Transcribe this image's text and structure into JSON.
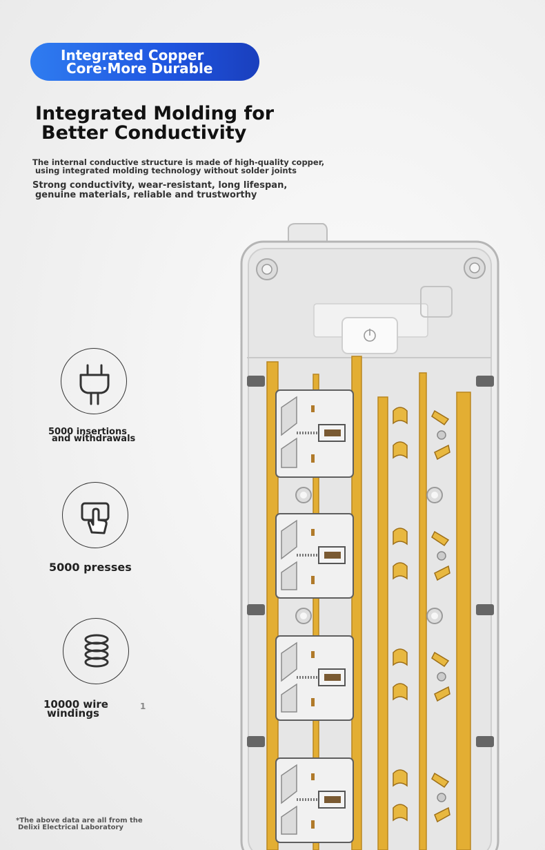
{
  "badge": {
    "line1": "Integrated Copper",
    "line2": "Core·More Durable",
    "color": "#2563EB"
  },
  "headline": {
    "line1": "Integrated Molding for",
    "line2": "Better Conductivity"
  },
  "description": {
    "line1": "The internal conductive structure is made of high-quality copper,",
    "line2": "using integrated molding technology without solder joints",
    "line3": "Strong conductivity, wear-resistant, long lifespan,",
    "line4": "genuine materials, reliable and trustworthy"
  },
  "features": [
    {
      "icon": "plug-icon",
      "line1": "5000 insertions",
      "line2": "and withdrawals"
    },
    {
      "icon": "press-button-icon",
      "line1": "5000 presses"
    },
    {
      "icon": "coil-spring-icon",
      "line1": "10000 wire",
      "line2": "windings"
    }
  ],
  "stray_mark": "1",
  "footnote": {
    "line1": "*The above data are all from the",
    "line2": "Delixi Electrical Laboratory"
  },
  "product_image": {
    "subject": "power-strip-internal-copper-structure",
    "icon": "power-button-icon",
    "copper_color": "#E3AE33"
  }
}
